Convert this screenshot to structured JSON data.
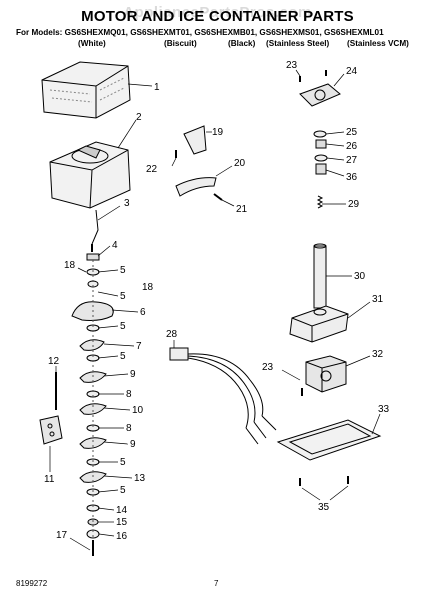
{
  "header": {
    "title": "MOTOR AND ICE CONTAINER PARTS",
    "watermark": "AppliancePartsPros.com",
    "models_line": "For Models: GS6SHEXMQ01, GS6SHEXMT01, GS6SHEXMB01, GS6SHEXMS01, GS6SHEXML01",
    "variants": [
      "(White)",
      "(Biscuit)",
      "(Black)",
      "(Stainless Steel)",
      "(Stainless VCM)"
    ]
  },
  "callouts": [
    "1",
    "2",
    "3",
    "4",
    "5",
    "18",
    "5",
    "18",
    "6",
    "5",
    "7",
    "5",
    "9",
    "8",
    "10",
    "8",
    "9",
    "5",
    "13",
    "5",
    "14",
    "15",
    "16",
    "17",
    "12",
    "11",
    "19",
    "20",
    "21",
    "22",
    "23",
    "24",
    "25",
    "26",
    "27",
    "36",
    "29",
    "30",
    "31",
    "28",
    "32",
    "23",
    "33",
    "35"
  ],
  "footer": {
    "doc_number": "8199272",
    "page_number": "7"
  }
}
